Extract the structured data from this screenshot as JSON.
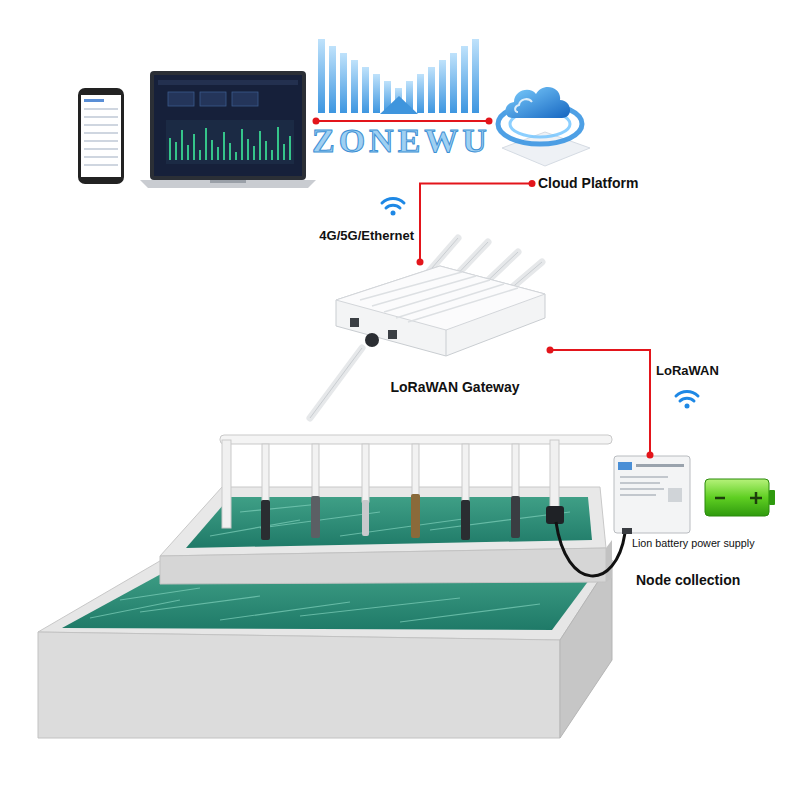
{
  "diagram": {
    "nodes": [
      {
        "text": [
          "Cloud Platform"
        ]
      },
      {
        "text": [
          "LoRaWAN Gateway"
        ]
      },
      {
        "text": [
          "Lion battery power supply"
        ]
      }
    ],
    "edges": [
      {
        "from": 0,
        "to": 1,
        "arrow": "none",
        "label": "4G/5G/Ethernet"
      },
      {
        "from": 1,
        "to": 2,
        "arrow": "none",
        "label": "LoRaWAN"
      }
    ],
    "labels": [
      "ZONEWU",
      "Node collection"
    ]
  }
}
